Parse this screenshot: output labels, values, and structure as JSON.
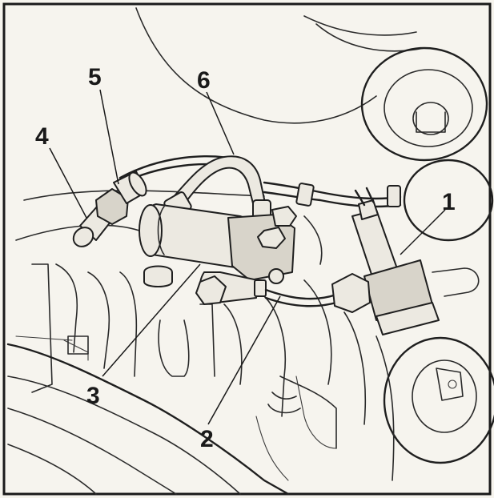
{
  "callouts": [
    {
      "id": "1",
      "label": "1"
    },
    {
      "id": "2",
      "label": "2"
    },
    {
      "id": "3",
      "label": "3"
    },
    {
      "id": "4",
      "label": "4"
    },
    {
      "id": "5",
      "label": "5"
    },
    {
      "id": "6",
      "label": "6"
    }
  ],
  "colors": {
    "paper": "#f6f4ee",
    "ink": "#1f1f1f",
    "part_fill": "#ece9e1"
  }
}
